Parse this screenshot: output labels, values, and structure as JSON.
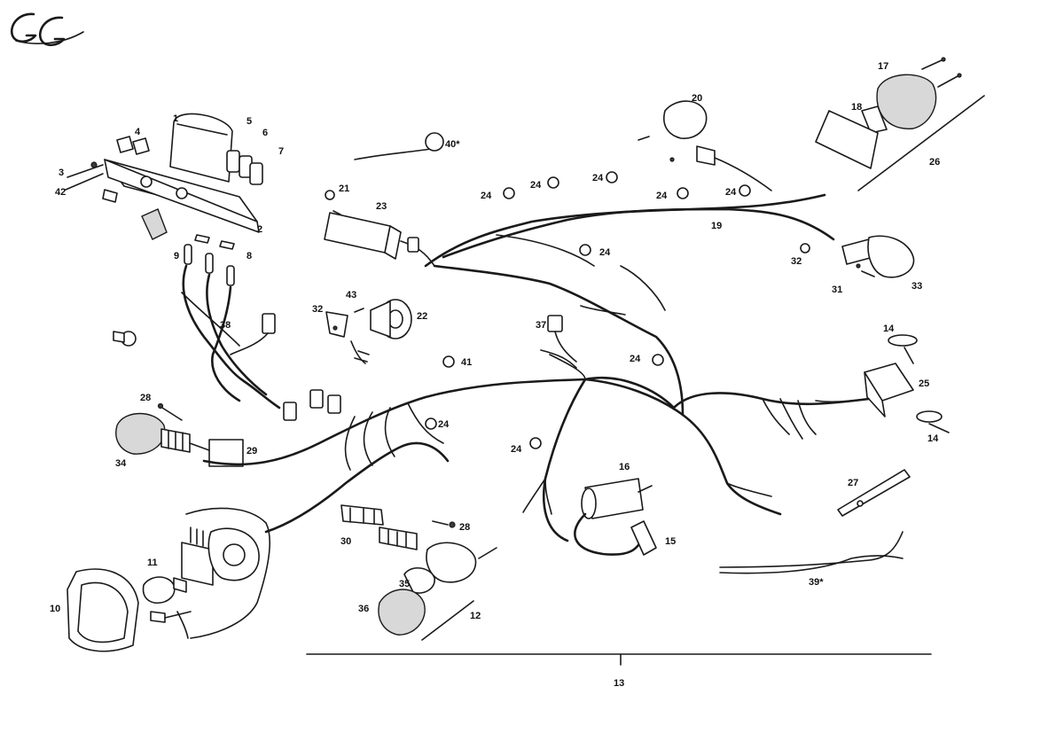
{
  "logo": {
    "text": "GG"
  },
  "callouts": [
    {
      "id": "c1",
      "label": "1"
    },
    {
      "id": "c2",
      "label": "2"
    },
    {
      "id": "c3",
      "label": "3"
    },
    {
      "id": "c4",
      "label": "4"
    },
    {
      "id": "c5",
      "label": "5"
    },
    {
      "id": "c6",
      "label": "6"
    },
    {
      "id": "c7",
      "label": "7"
    },
    {
      "id": "c8",
      "label": "8"
    },
    {
      "id": "c9",
      "label": "9"
    },
    {
      "id": "c10",
      "label": "10"
    },
    {
      "id": "c11",
      "label": "11"
    },
    {
      "id": "c12",
      "label": "12"
    },
    {
      "id": "c13",
      "label": "13"
    },
    {
      "id": "c14a",
      "label": "14"
    },
    {
      "id": "c14b",
      "label": "14"
    },
    {
      "id": "c15",
      "label": "15"
    },
    {
      "id": "c16",
      "label": "16"
    },
    {
      "id": "c17",
      "label": "17"
    },
    {
      "id": "c18",
      "label": "18"
    },
    {
      "id": "c19",
      "label": "19"
    },
    {
      "id": "c20",
      "label": "20"
    },
    {
      "id": "c21",
      "label": "21"
    },
    {
      "id": "c22",
      "label": "22"
    },
    {
      "id": "c23",
      "label": "23"
    },
    {
      "id": "c24a",
      "label": "24"
    },
    {
      "id": "c24b",
      "label": "24"
    },
    {
      "id": "c24c",
      "label": "24"
    },
    {
      "id": "c24d",
      "label": "24"
    },
    {
      "id": "c24e",
      "label": "24"
    },
    {
      "id": "c24f",
      "label": "24"
    },
    {
      "id": "c24g",
      "label": "24"
    },
    {
      "id": "c24h",
      "label": "24"
    },
    {
      "id": "c24i",
      "label": "24"
    },
    {
      "id": "c25",
      "label": "25"
    },
    {
      "id": "c26",
      "label": "26"
    },
    {
      "id": "c27",
      "label": "27"
    },
    {
      "id": "c28a",
      "label": "28"
    },
    {
      "id": "c28b",
      "label": "28"
    },
    {
      "id": "c29",
      "label": "29"
    },
    {
      "id": "c30",
      "label": "30"
    },
    {
      "id": "c31",
      "label": "31"
    },
    {
      "id": "c32a",
      "label": "32"
    },
    {
      "id": "c32b",
      "label": "32"
    },
    {
      "id": "c33",
      "label": "33"
    },
    {
      "id": "c34",
      "label": "34"
    },
    {
      "id": "c35",
      "label": "35"
    },
    {
      "id": "c36",
      "label": "36"
    },
    {
      "id": "c37",
      "label": "37"
    },
    {
      "id": "c38",
      "label": "38"
    },
    {
      "id": "c39",
      "label": "39*"
    },
    {
      "id": "c40",
      "label": "40*"
    },
    {
      "id": "c41",
      "label": "41"
    },
    {
      "id": "c42",
      "label": "42"
    },
    {
      "id": "c43",
      "label": "43"
    }
  ]
}
